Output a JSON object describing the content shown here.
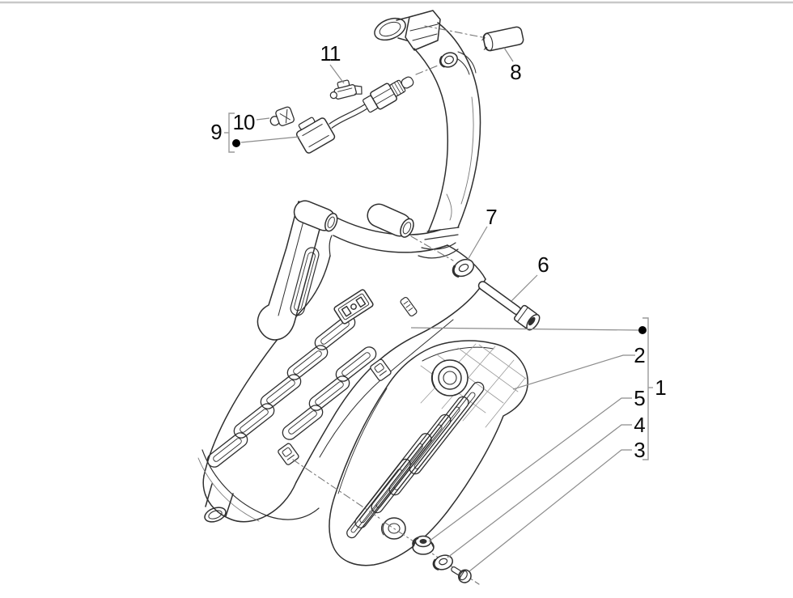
{
  "diagram": {
    "type": "exploded-parts-line-drawing",
    "callouts": [
      "1",
      "2",
      "3",
      "4",
      "5",
      "6",
      "7",
      "8",
      "9",
      "10",
      "11"
    ],
    "marker_dot_count": 2,
    "colors": {
      "artwork_line": "#2f2f2f",
      "detail_line": "#777777",
      "leader_line": "#8c8c8c",
      "axis_dashdot_line": "#777777",
      "callout_text": "#0a0a0a",
      "marker_dot": "#000000",
      "frame_line": "#c8c8c8",
      "background": "#ffffff"
    }
  }
}
